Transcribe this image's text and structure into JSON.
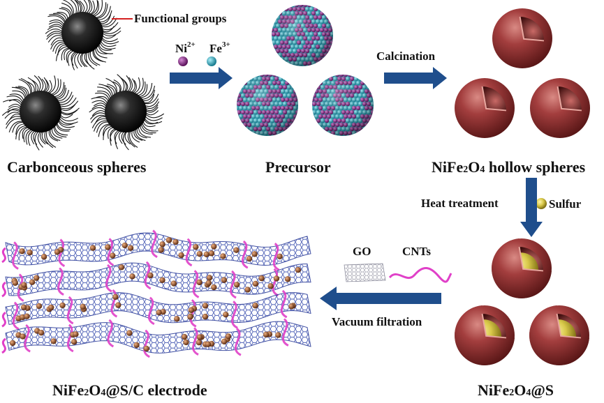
{
  "labels": {
    "functional_groups": "Functional groups",
    "carbon_spheres": "Carbonceous spheres",
    "ni_base": "Ni",
    "ni_charge": "2+",
    "fe_base": "Fe",
    "fe_charge": "3+",
    "precursor": "Precursor",
    "calcination": "Calcination",
    "hollow_nife": "NiFe",
    "hollow_sub2": "2",
    "hollow_o": "O",
    "hollow_sub4": "4",
    "hollow_rest": " hollow spheres",
    "heat_treatment": "Heat treatment",
    "sulfur": "Sulfur",
    "go": "GO",
    "cnts": "CNTs",
    "vacuum_filtration": "Vacuum filtration",
    "nifes_nife": "NiFe",
    "nifes_sub2": "2",
    "nifes_o": "O",
    "nifes_sub4": "4",
    "nifes_rest": "@S",
    "electrode_nife": "NiFe",
    "electrode_sub2": "2",
    "electrode_o": "O",
    "electrode_sub4": "4",
    "electrode_rest": "@S/C electrode"
  },
  "colors": {
    "arrow": "#1f4e8c",
    "shell": "#a33e3e",
    "sulfur": "#d9c94a",
    "ni_ion": "#8a2a8a",
    "fe_ion": "#2aa0b8",
    "carbon": "#1a1a1a",
    "graphene": "#3b4fae",
    "cnt": "#e040c8",
    "particle": "#a85a2e",
    "callout": "#d42020"
  }
}
